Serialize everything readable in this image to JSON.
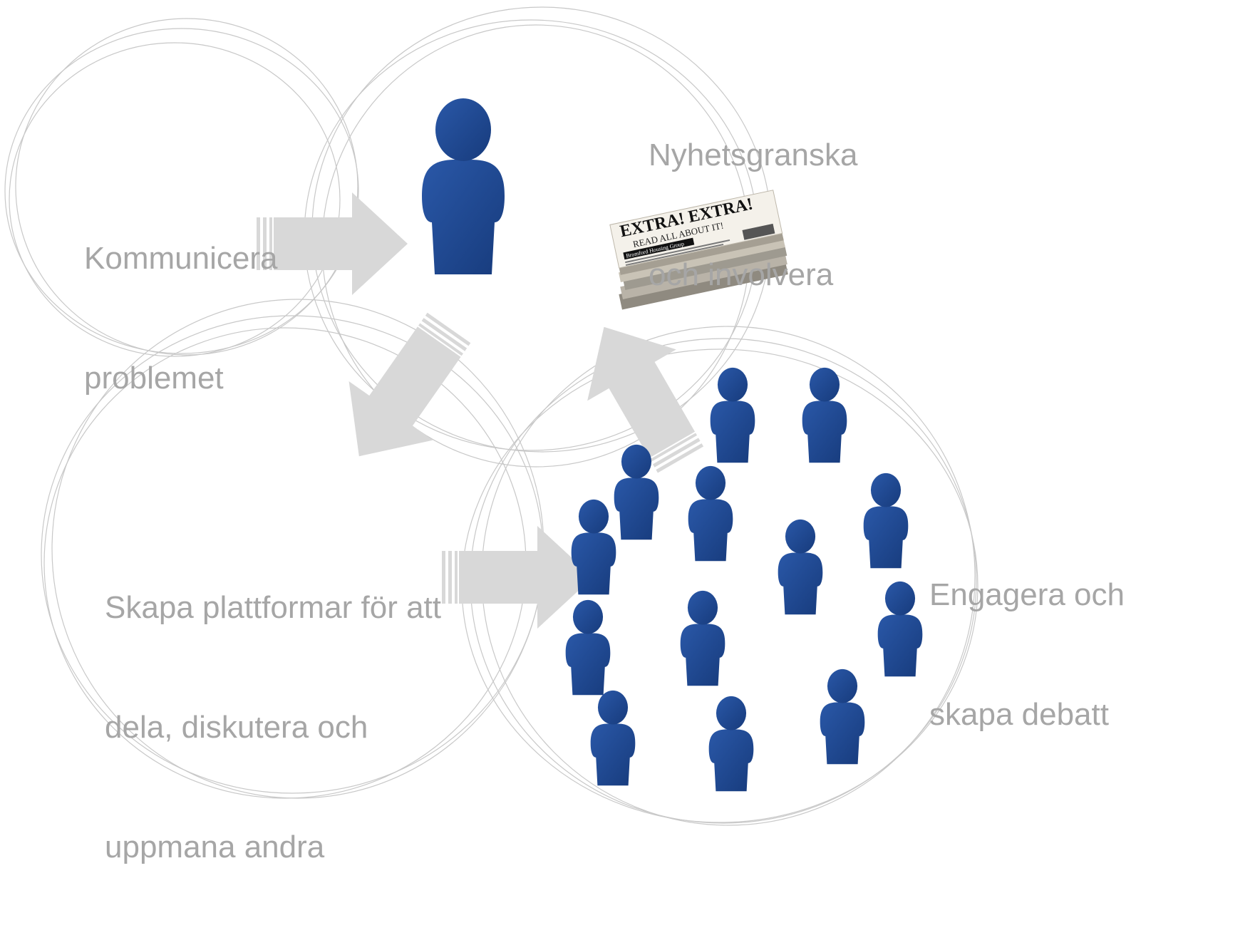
{
  "colors": {
    "label": "#a6a6a6",
    "circle_stroke": "#c8c8c8",
    "arrow_fill": "#d8d8d8",
    "person_fill": "#1f4a94",
    "person_shade": "#163a79"
  },
  "icons": [
    "person-icon",
    "newspaper-icon",
    "person-group-icon",
    "arrow-icon"
  ],
  "labels": {
    "kommunicera": [
      "Kommunicera",
      "problemet"
    ],
    "nyhetsgranska": [
      "Nyhetsgranska",
      "och involvera"
    ],
    "skapa": [
      "Skapa plattformar för att",
      "dela, diskutera och",
      "uppmana andra"
    ],
    "engagera": [
      "Engagera och",
      "skapa debatt"
    ]
  },
  "newspaper": {
    "headline": "EXTRA! EXTRA!",
    "subheadline": "READ ALL ABOUT IT!",
    "banner": "Bromford Housing Group"
  }
}
